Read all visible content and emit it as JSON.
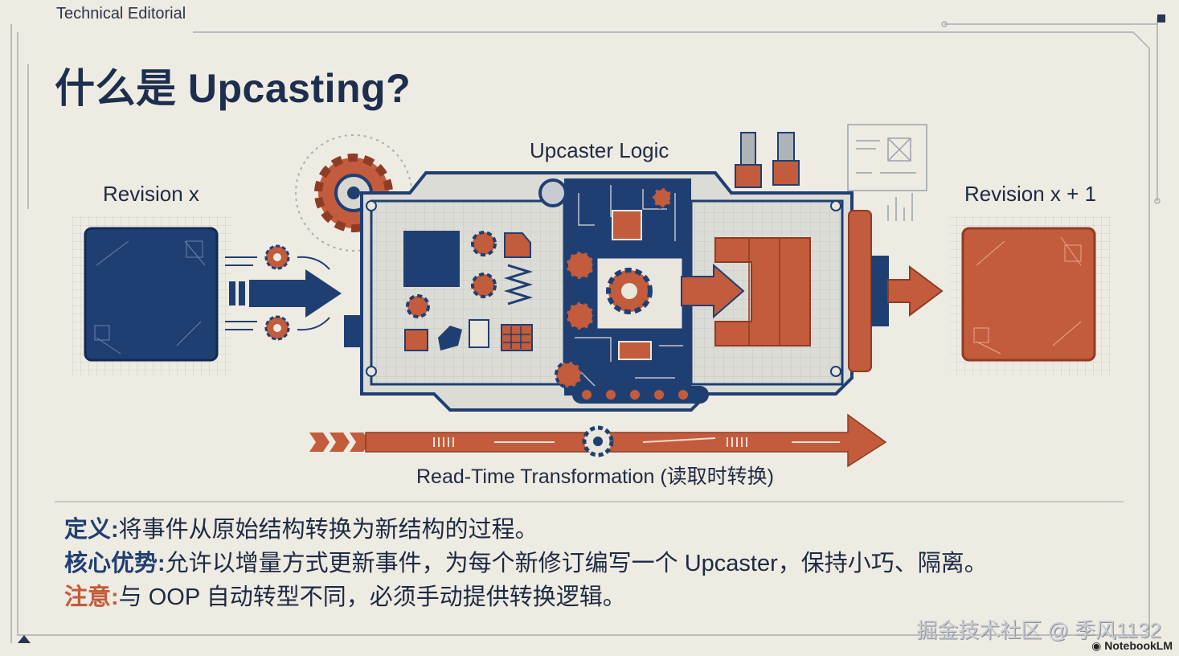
{
  "header": {
    "label": "Technical Editorial"
  },
  "title": "什么是 Upcasting?",
  "diagram": {
    "source_label": "Revision x",
    "logic_label": "Upcaster Logic",
    "target_label": "Revision x + 1",
    "timeline_label": "Read-Time Transformation (读取时转换)"
  },
  "bullets": [
    {
      "key": "定义:",
      "text": "将事件从原始结构转换为新结构的过程。",
      "key_color": "#1f3f73"
    },
    {
      "key": "核心优势:",
      "text": "允许以增量方式更新事件，为每个新修订编写一个 Upcaster，保持小巧、隔离。",
      "key_color": "#1f3f73"
    },
    {
      "key": "注意:",
      "text": "与 OOP 自动转型不同，必须手动提供转换逻辑。",
      "key_color": "#c35c3c"
    }
  ],
  "watermark": "掘金技术社区 @ 季风1132",
  "brand": "NotebookLM",
  "colors": {
    "navy": "#1f3f73",
    "rust": "#c35c3c",
    "paper": "#eeebe2"
  }
}
